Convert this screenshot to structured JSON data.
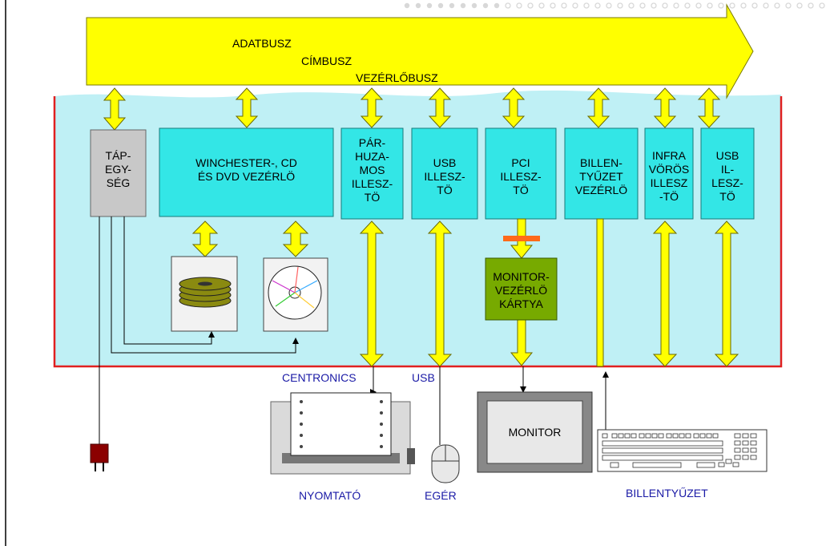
{
  "bus": {
    "data_label": "ADATBUSZ",
    "address_label": "CÍMBUSZ",
    "control_label": "VEZÉRLŐBUSZ"
  },
  "modules": {
    "power": "TÁP-\nEGY-\nSÉG",
    "disk_ctrl": "WINCHESTER-, CD\nÉS DVD VEZÉRLÖ",
    "parallel": "PÁR-\nHUZA-\nMOS\nILLESZ-\nTÖ",
    "usb1": "USB\nILLESZ-\nTÖ",
    "pci": "PCI\nILLESZ-\nTÖ",
    "keyboard_ctrl": "BILLEN-\nTYŰZET\nVEZÉRLÖ",
    "infra": "INFRA\nVÖRÖS\nILLESZ\n-TÖ",
    "usb2": "USB\nIL-\nLESZ-\nTÖ",
    "monitor_card": "MONITOR-\nVEZÉRLÖ\nKÁRTYA"
  },
  "ports": {
    "centronics": "CENTRONICS",
    "usb": "USB"
  },
  "devices": {
    "printer": "NYOMTATÓ",
    "mouse": "EGÉR",
    "monitor": "MONITOR",
    "keyboard": "BILLENTYŰZET"
  },
  "colors": {
    "bus_yellow": "#ffff00",
    "module_cyan": "#33e6e6",
    "water": "#bff0f5",
    "frame_red": "#e02020",
    "card_green": "#77aa00",
    "power_gray": "#c8c8c8",
    "port_label_blue": "#1a1aa6"
  }
}
